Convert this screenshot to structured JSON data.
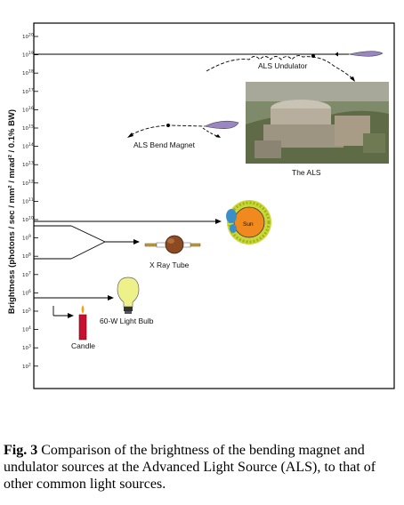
{
  "figure": {
    "ylabel": "Brightness (photons / sec / mm² / mrad² / 0.1% BW)",
    "exponents": [
      "20",
      "19",
      "18",
      "17",
      "16",
      "15",
      "14",
      "13",
      "12",
      "11",
      "10",
      "9",
      "8",
      "7",
      "6",
      "5",
      "4",
      "3",
      "2"
    ],
    "labels": {
      "undulator": "ALS Undulator",
      "bend": "ALS Bend Magnet",
      "als": "The ALS",
      "sun": "Sun",
      "xray": "X Ray Tube",
      "bulb": "60-W Light Bulb",
      "candle": "Candle"
    },
    "colors": {
      "beam": "#9b86c4",
      "sun_fill": "#f08a1e",
      "sun_corona": "#c9d832",
      "sun_spot": "#3a8fc8",
      "candle": "#c8102e",
      "bulb": "#eef08a"
    }
  },
  "caption": {
    "fig": "Fig. 3",
    "text": " Comparison of the brightness of the bending magnet and undulator sources at the Advanced Light Source (ALS), to that of other common light sources."
  }
}
